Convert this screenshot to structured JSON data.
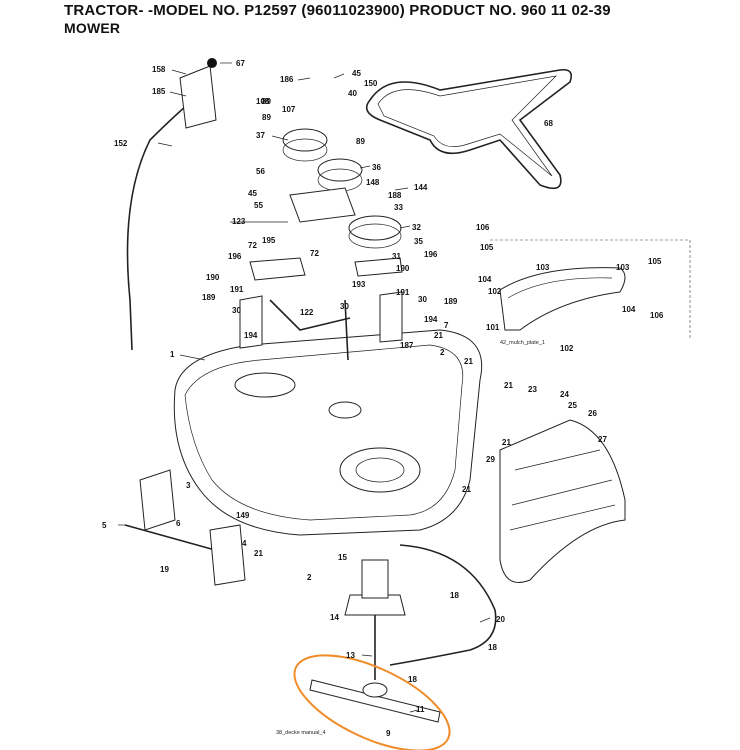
{
  "header": {
    "title": "TRACTOR- -MODEL NO. P12597 (96011023900) PRODUCT NO. 960 11 02-39",
    "subtitle": "MOWER"
  },
  "captions": {
    "mulch_plate": "42_mulch_plate_1",
    "deck_manual": "38_decke manual_4"
  },
  "callouts": [
    {
      "label": "158"
    },
    {
      "label": "67"
    },
    {
      "label": "185"
    },
    {
      "label": "186"
    },
    {
      "label": "45"
    },
    {
      "label": "150"
    },
    {
      "label": "89"
    },
    {
      "label": "40"
    },
    {
      "label": "108"
    },
    {
      "label": "107"
    },
    {
      "label": "89"
    },
    {
      "label": "68"
    },
    {
      "label": "37"
    },
    {
      "label": "89"
    },
    {
      "label": "152"
    },
    {
      "label": "56"
    },
    {
      "label": "36"
    },
    {
      "label": "148"
    },
    {
      "label": "144"
    },
    {
      "label": "45"
    },
    {
      "label": "188"
    },
    {
      "label": "55"
    },
    {
      "label": "33"
    },
    {
      "label": "123"
    },
    {
      "label": "32"
    },
    {
      "label": "106"
    },
    {
      "label": "195"
    },
    {
      "label": "35"
    },
    {
      "label": "72"
    },
    {
      "label": "105"
    },
    {
      "label": "196"
    },
    {
      "label": "72"
    },
    {
      "label": "31"
    },
    {
      "label": "196"
    },
    {
      "label": "190"
    },
    {
      "label": "190"
    },
    {
      "label": "104"
    },
    {
      "label": "103"
    },
    {
      "label": "103"
    },
    {
      "label": "105"
    },
    {
      "label": "191"
    },
    {
      "label": "193"
    },
    {
      "label": "191"
    },
    {
      "label": "102"
    },
    {
      "label": "30"
    },
    {
      "label": "189"
    },
    {
      "label": "189"
    },
    {
      "label": "104"
    },
    {
      "label": "30"
    },
    {
      "label": "30"
    },
    {
      "label": "122"
    },
    {
      "label": "194"
    },
    {
      "label": "101"
    },
    {
      "label": "106"
    },
    {
      "label": "194"
    },
    {
      "label": "7"
    },
    {
      "label": "21"
    },
    {
      "label": "187"
    },
    {
      "label": "102"
    },
    {
      "label": "1"
    },
    {
      "label": "2"
    },
    {
      "label": "21"
    },
    {
      "label": "21"
    },
    {
      "label": "23"
    },
    {
      "label": "24"
    },
    {
      "label": "25"
    },
    {
      "label": "26"
    },
    {
      "label": "21"
    },
    {
      "label": "27"
    },
    {
      "label": "29"
    },
    {
      "label": "21"
    },
    {
      "label": "3"
    },
    {
      "label": "5"
    },
    {
      "label": "6"
    },
    {
      "label": "149"
    },
    {
      "label": "4"
    },
    {
      "label": "21"
    },
    {
      "label": "19"
    },
    {
      "label": "2"
    },
    {
      "label": "15"
    },
    {
      "label": "18"
    },
    {
      "label": "20"
    },
    {
      "label": "14"
    },
    {
      "label": "13"
    },
    {
      "label": "18"
    },
    {
      "label": "18"
    },
    {
      "label": "11"
    },
    {
      "label": "9"
    }
  ],
  "highlight": {
    "color": "#f08c28",
    "encloses": "blade assembly"
  }
}
